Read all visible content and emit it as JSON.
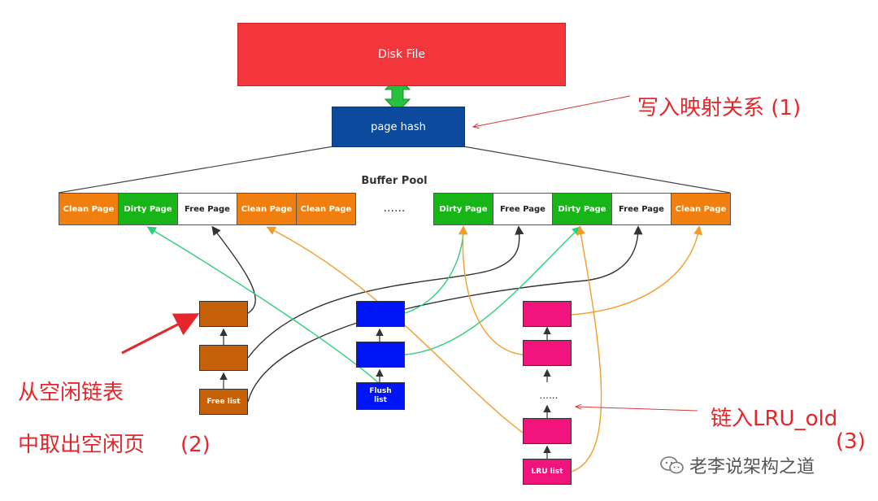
{
  "disk_file": "Disk File",
  "page_hash": "page hash",
  "buffer_pool": {
    "title": "Buffer Pool",
    "gap": "......",
    "pages": [
      {
        "label": "Clean Page",
        "kind": "clean"
      },
      {
        "label": "Dirty Page",
        "kind": "dirty"
      },
      {
        "label": "Free Page",
        "kind": "free"
      },
      {
        "label": "Clean Page",
        "kind": "clean"
      },
      {
        "label": "Clean Page",
        "kind": "clean"
      },
      {
        "label": "Dirty Page",
        "kind": "dirty"
      },
      {
        "label": "Free Page",
        "kind": "free"
      },
      {
        "label": "Dirty Page",
        "kind": "dirty"
      },
      {
        "label": "Free Page",
        "kind": "free"
      },
      {
        "label": "Clean Page",
        "kind": "clean"
      }
    ]
  },
  "lists": {
    "free": "Free list",
    "flush_line1": "Flush",
    "flush_line2": "list",
    "lru": "LRU list",
    "lru_gap": "......"
  },
  "annotations": {
    "step1": "写入映射关系 (1)",
    "step2_line1": "从空闲链表",
    "step2_line2": "中取出空闲页",
    "step2_num": "(2)",
    "step3": "链入LRU_old",
    "step3_num": "(3)"
  },
  "watermark": "老李说架构之道",
  "colors": {
    "disk": "#f2363c",
    "page_hash": "#0b4a9c",
    "clean": "#f07f10",
    "dirty": "#18b518",
    "free_list": "#c46008",
    "flush_list": "#0015f5",
    "lru_list": "#f0147c",
    "annotation": "#e5262a"
  }
}
